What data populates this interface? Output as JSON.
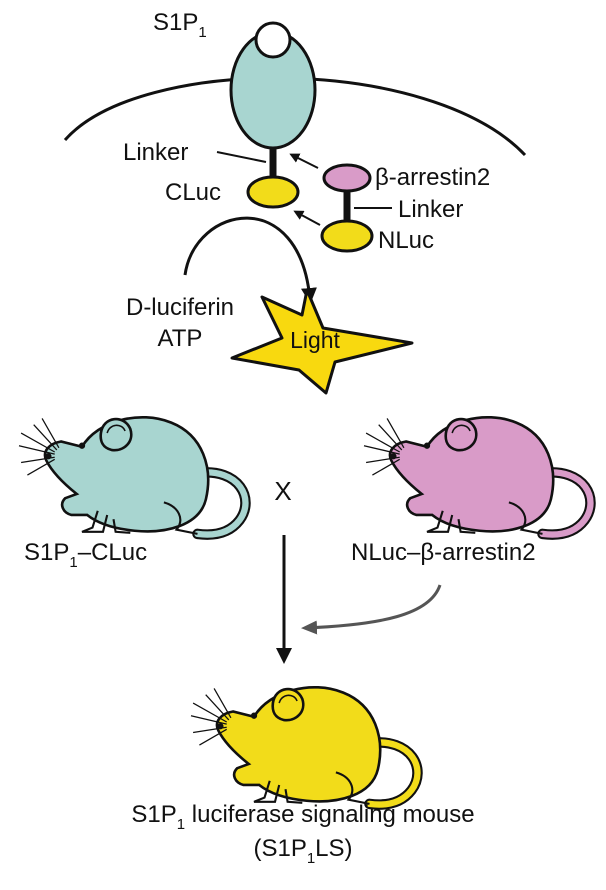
{
  "colors": {
    "receptor": "#a8d5d0",
    "arrestin": "#d99bc8",
    "luciferase": "#f2dc1a",
    "light_star": "#f8d90f",
    "mouse_teal": "#a8d5d0",
    "mouse_pink": "#d99bc8",
    "mouse_yellow": "#f2dc1a",
    "stroke": "#111111",
    "grey_arrow": "#555555"
  },
  "diagram": {
    "receptor_name": "S1P",
    "receptor_sub": "1",
    "linker_top": "Linker",
    "cluc": "CLuc",
    "arrestin": "β-arrestin2",
    "linker_bottom": "Linker",
    "nluc": "NLuc",
    "substrate_1": "D-luciferin",
    "substrate_2": "ATP",
    "light": "Light"
  },
  "cross": {
    "operator": "X",
    "left_base": "S1P",
    "left_sub": "1",
    "left_suffix": "–CLuc",
    "right_label": "NLuc–β-arrestin2"
  },
  "result": {
    "line1_base": "S1P",
    "line1_sub": "1",
    "line1_suffix": " luciferase signaling mouse",
    "line2_prefix": "(S1P",
    "line2_sub": "1",
    "line2_suffix": "LS)"
  }
}
